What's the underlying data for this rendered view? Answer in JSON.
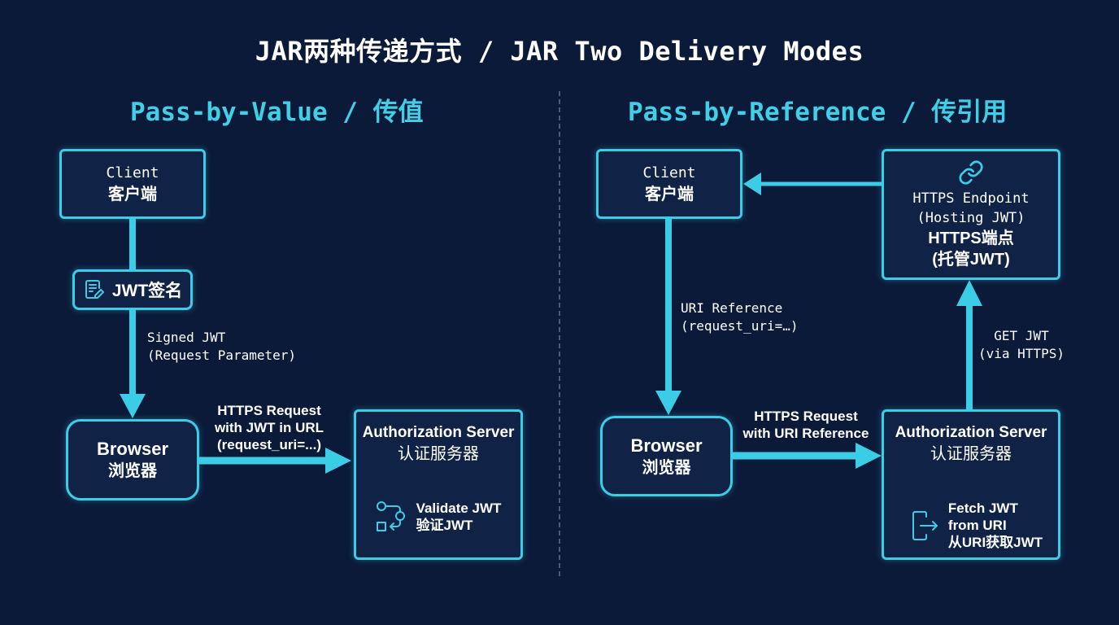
{
  "title": "JAR两种传递方式 / JAR Two Delivery Modes",
  "colors": {
    "background": "#0c1a3a",
    "accent": "#3ccde6",
    "box_fill": "#102246",
    "divider": "#4a5a78",
    "text": "#ffffff"
  },
  "left": {
    "heading": "Pass-by-Value / 传值",
    "client": {
      "en": "Client",
      "zh": "客户端"
    },
    "sign_step": {
      "icon": "document-edit-icon",
      "label": "JWT签名"
    },
    "client_to_browser_label": "Signed JWT\n(Request Parameter)",
    "browser": {
      "en": "Browser",
      "zh": "浏览器"
    },
    "browser_to_server_label": "HTTPS Request\nwith JWT in URL\n(request_uri=...)",
    "server": {
      "en": "Authorization Server",
      "zh": "认证服务器",
      "step_icon": "flow-icon",
      "step_en": "Validate JWT",
      "step_zh": "验证JWT"
    }
  },
  "right": {
    "heading": "Pass-by-Reference / 传引用",
    "client": {
      "en": "Client",
      "zh": "客户端"
    },
    "endpoint": {
      "icon": "link-icon",
      "en1": "HTTPS Endpoint",
      "en2": "(Hosting JWT)",
      "zh1": "HTTPS端点",
      "zh2": "(托管JWT)"
    },
    "client_to_browser_label": "URI Reference\n(request_uri=…)",
    "browser": {
      "en": "Browser",
      "zh": "浏览器"
    },
    "browser_to_server_label": "HTTPS Request\nwith URI Reference",
    "server": {
      "en": "Authorization Server",
      "zh": "认证服务器",
      "step_icon": "login-icon",
      "step_en1": "Fetch JWT",
      "step_en2": "from URI",
      "step_zh": "从URI获取JWT"
    },
    "server_to_endpoint_label": "GET JWT\n(via HTTPS)"
  }
}
